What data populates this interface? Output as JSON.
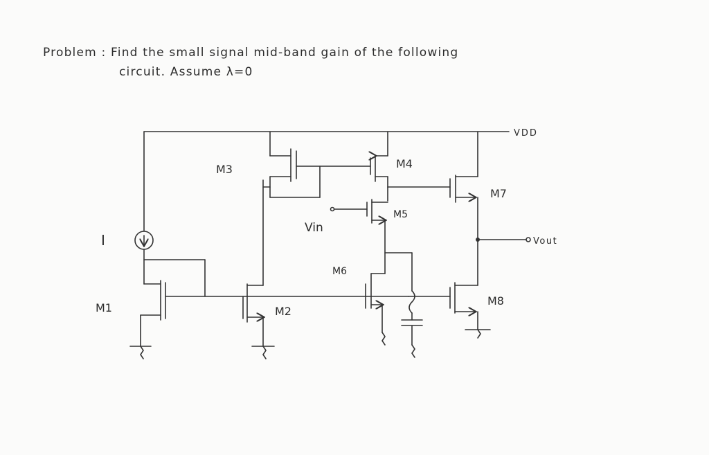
{
  "problem": {
    "line1": "Problem : Find the small signal mid-band gain of the following",
    "line2": "circuit. Assume λ=0"
  },
  "labels": {
    "vdd": "VDD",
    "vout": "Vout",
    "vin": "Vin",
    "current_source": "I",
    "m1": "M1",
    "m2": "M2",
    "m3": "M3",
    "m4": "M4",
    "m5": "M5",
    "m6": "M6",
    "m7": "M7",
    "m8": "M8"
  },
  "colors": {
    "ink": "#333333",
    "paper": "#fbfbfa"
  }
}
